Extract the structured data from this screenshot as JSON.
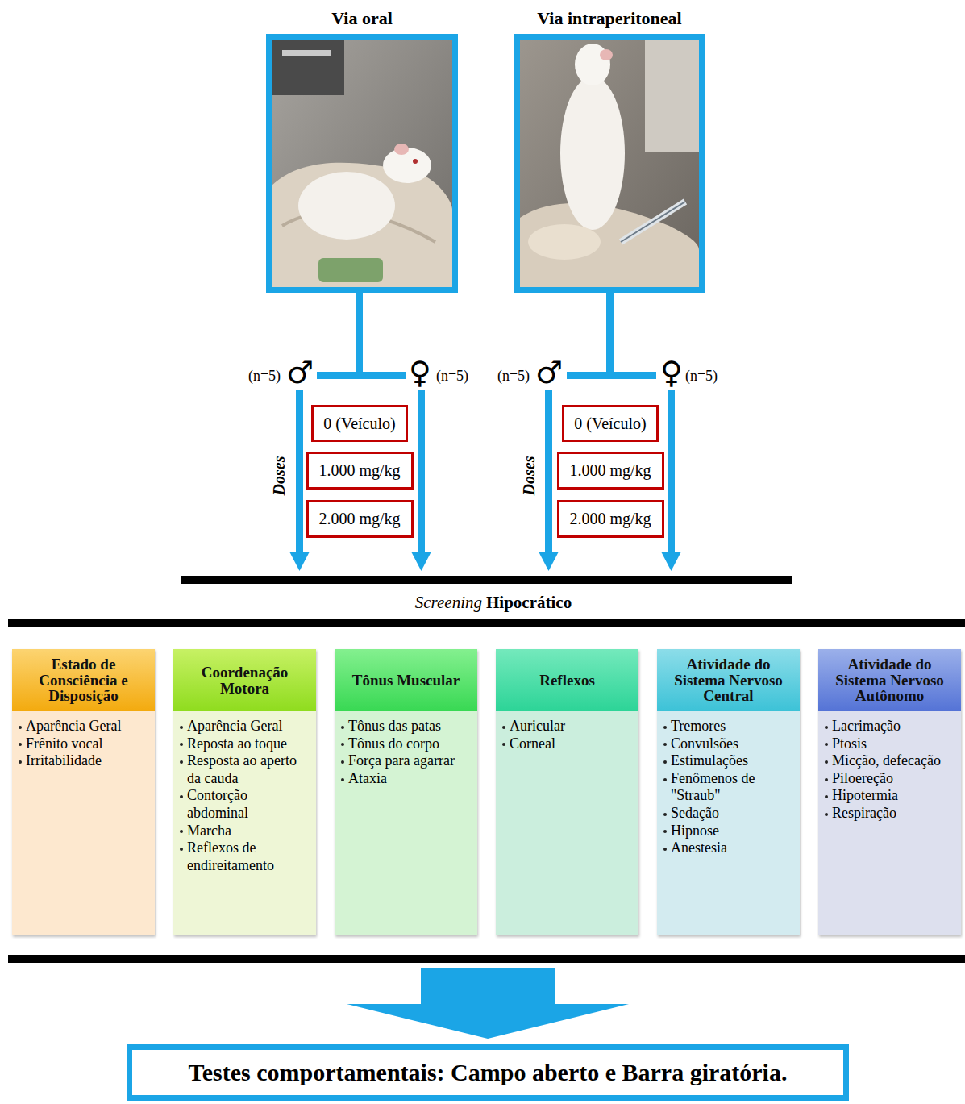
{
  "diagram": {
    "nodes": [
      {
        "text": [
          "Via oral"
        ]
      },
      {
        "text": [
          "Via intraperitoneal"
        ]
      },
      {
        "text": [
          "0 (Veículo)"
        ]
      },
      {
        "text": [
          "1.000 mg/kg"
        ]
      },
      {
        "text": [
          "2.000 mg/kg"
        ]
      },
      {
        "text": [
          "0 (Veículo)"
        ]
      },
      {
        "text": [
          "1.000 mg/kg"
        ]
      },
      {
        "text": [
          "2.000 mg/kg"
        ]
      },
      {
        "text": [
          "Estado de Consciência e Disposição",
          "Aparência Geral",
          "Frênito vocal",
          "Irritabilidade"
        ]
      },
      {
        "text": [
          "Coordenação Motora",
          "Aparência Geral",
          "Reposta ao toque",
          "Resposta ao aperto da cauda",
          "Contorção abdominal",
          "Marcha",
          "Reflexos de endireitamento"
        ]
      },
      {
        "text": [
          "Tônus Muscular",
          "Tônus das patas",
          "Tônus do corpo",
          "Força para agarrar",
          "Ataxia"
        ]
      },
      {
        "text": [
          "Reflexos",
          "Auricular",
          "Corneal"
        ]
      },
      {
        "text": [
          "Atividade do Sistema Nervoso Central",
          "Tremores",
          "Convulsões",
          "Estimulações",
          "Fenômenos de \"Straub\"",
          "Sedação",
          "Hipnose",
          "Anestesia"
        ]
      },
      {
        "text": [
          "Atividade do Sistema Nervoso Autônomo",
          "Lacrimação",
          "Ptosis",
          "Micção, defecação",
          "Piloereção",
          "Hipotermia",
          "Respiração"
        ]
      },
      {
        "text": [
          "Testes comportamentais: Campo aberto e Barra giratória."
        ]
      }
    ],
    "labels": [
      "(n=5)",
      "♂",
      "♀",
      "(n=5)",
      "(n=5)",
      "♂",
      "♀",
      "(n=5)",
      "Doses",
      "Doses",
      "Screening",
      "Hipocrático"
    ]
  }
}
